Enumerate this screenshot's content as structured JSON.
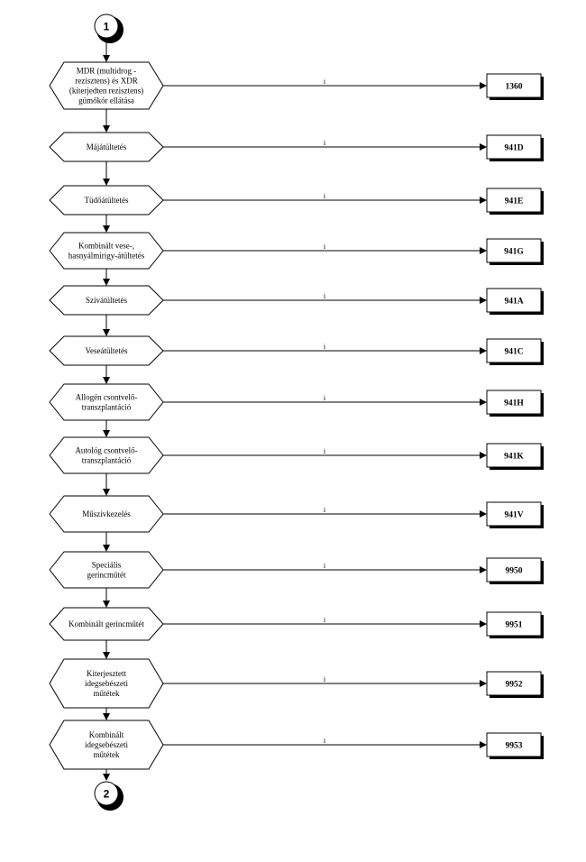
{
  "connectors": {
    "start": "1",
    "end": "2"
  },
  "arrow_label": "i",
  "steps": [
    {
      "lines": [
        "MDR (multidrog -",
        "rezisztens) és XDR",
        "(kiterjedten rezisztens)",
        "gümőkór ellátása"
      ],
      "code": "1360"
    },
    {
      "lines": [
        "Májátültetés"
      ],
      "code": "941D"
    },
    {
      "lines": [
        "Tüdőátültetés"
      ],
      "code": "941E"
    },
    {
      "lines": [
        "Kombinált vese-,",
        "hasnyálmirigy-átültetés"
      ],
      "code": "941G"
    },
    {
      "lines": [
        "Szívátültetés"
      ],
      "code": "941A"
    },
    {
      "lines": [
        "Veseátültetés"
      ],
      "code": "941C"
    },
    {
      "lines": [
        "Allogén csontvelő-",
        "transzplantáció"
      ],
      "code": "941H"
    },
    {
      "lines": [
        "Autológ csontvelő-",
        "transzplantáció"
      ],
      "code": "941K"
    },
    {
      "lines": [
        "Műszívkezelés"
      ],
      "code": "941V"
    },
    {
      "lines": [
        "Speciális",
        "gerincműtét"
      ],
      "code": "9950"
    },
    {
      "lines": [
        "Kombinált gerincműtét"
      ],
      "code": "9951"
    },
    {
      "lines": [
        "Kiterjesztett",
        "idegsebészeti",
        "műtétek"
      ],
      "code": "9952"
    },
    {
      "lines": [
        "Kombinált",
        "idegsebészeti",
        "műtétek"
      ],
      "code": "9953"
    }
  ]
}
